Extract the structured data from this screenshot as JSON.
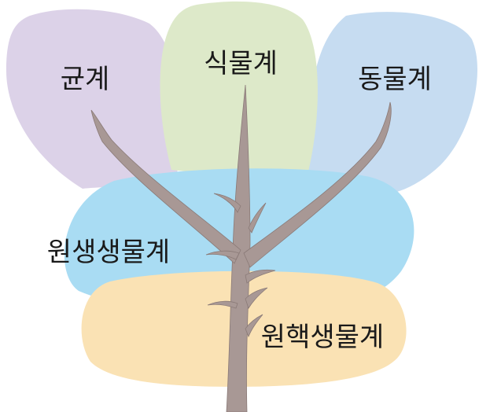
{
  "diagram": {
    "kingdoms": {
      "fungi": {
        "label": "균계",
        "color": "#dcd2e8"
      },
      "plants": {
        "label": "식물계",
        "color": "#dde9c9"
      },
      "animals": {
        "label": "동물계",
        "color": "#c6dcf1"
      },
      "protists": {
        "label": "원생생물계",
        "color": "#a9dcf3"
      },
      "prokaryotes": {
        "label": "원핵생물계",
        "color": "#fae2b4"
      }
    },
    "trunk_color": "#a89895"
  }
}
